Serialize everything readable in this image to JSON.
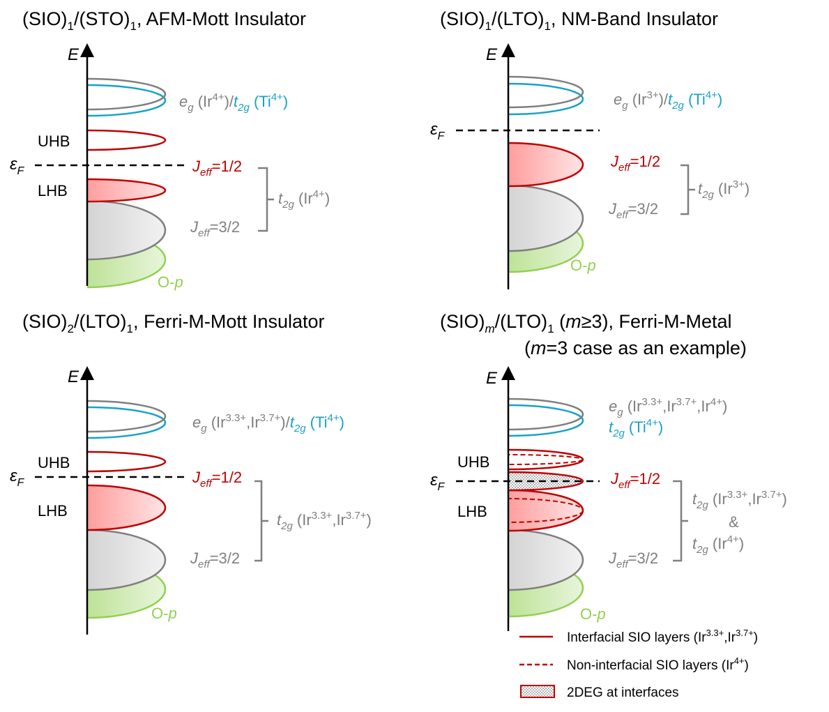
{
  "panels": [
    {
      "title": {
        "pre": "(SIO)",
        "s1": "1",
        "mid": "/(STO)",
        "s2": "1",
        "post": ", AFM-Mott Insulator"
      },
      "axis_label": "E",
      "fermi_label": "ε",
      "fermi_sub": "F",
      "uhb": "UHB",
      "lhb": "LHB",
      "eg_line": {
        "a": "e",
        "a_sub": "g",
        "b": " (Ir",
        "b_sup": "4+",
        "c": ")/",
        "d": "t",
        "d_sub": "2g",
        "e": " (Ti",
        "e_sup": "4+",
        "f": ")"
      },
      "jeff12": {
        "j": "J",
        "sub": "eff",
        "val": "=1/2"
      },
      "jeff32": {
        "j": "J",
        "sub": "eff",
        "val": "=3/2"
      },
      "t2g": {
        "t": "t",
        "sub": "2g",
        "rest": " (Ir",
        "sup": "4+",
        "end": ")"
      },
      "op": {
        "o": "O-",
        "p": "p"
      }
    },
    {
      "title": {
        "pre": "(SIO)",
        "s1": "1",
        "mid": "/(LTO)",
        "s2": "1",
        "post": ", NM-Band Insulator"
      },
      "axis_label": "E",
      "fermi_label": "ε",
      "fermi_sub": "F",
      "eg_line": {
        "a": "e",
        "a_sub": "g",
        "b": " (Ir",
        "b_sup": "3+",
        "c": ")/",
        "d": "t",
        "d_sub": "2g",
        "e": " (Ti",
        "e_sup": "4+",
        "f": ")"
      },
      "jeff12": {
        "j": "J",
        "sub": "eff",
        "val": "=1/2"
      },
      "jeff32": {
        "j": "J",
        "sub": "eff",
        "val": "=3/2"
      },
      "t2g": {
        "t": "t",
        "sub": "2g",
        "rest": " (Ir",
        "sup": "3+",
        "end": ")"
      },
      "op": {
        "o": "O-",
        "p": "p"
      }
    },
    {
      "title": {
        "pre": "(SIO)",
        "s1": "2",
        "mid": "/(LTO)",
        "s2": "1",
        "post": ", Ferri-M-Mott Insulator"
      },
      "axis_label": "E",
      "fermi_label": "ε",
      "fermi_sub": "F",
      "uhb": "UHB",
      "lhb": "LHB",
      "eg_line": {
        "a": "e",
        "a_sub": "g",
        "b": " (Ir",
        "b_sup": "3.3+",
        "b2": ",Ir",
        "b2_sup": "3.7+",
        "c": ")/",
        "d": "t",
        "d_sub": "2g",
        "e": " (Ti",
        "e_sup": "4+",
        "f": ")"
      },
      "jeff12": {
        "j": "J",
        "sub": "eff",
        "val": "=1/2"
      },
      "jeff32": {
        "j": "J",
        "sub": "eff",
        "val": "=3/2"
      },
      "t2g": {
        "t": "t",
        "sub": "2g",
        "rest": " (Ir",
        "sup": "3.3+",
        "rest2": ",Ir",
        "sup2": "3.7+",
        "end": ")"
      },
      "op": {
        "o": "O-",
        "p": "p"
      }
    },
    {
      "title": {
        "pre": "(SIO)",
        "s1": "m",
        "mid": "/(LTO)",
        "s2": "1",
        "post1": " (",
        "m": "m",
        "post2": "≥3), Ferri-M-Metal"
      },
      "subtitle": {
        "open": "(",
        "m": "m",
        "rest": "=3 case as an example)"
      },
      "axis_label": "E",
      "fermi_label": "ε",
      "fermi_sub": "F",
      "uhb": "UHB",
      "lhb": "LHB",
      "eg_line": {
        "a": "e",
        "a_sub": "g",
        "b": " (Ir",
        "b_sup": "3.3+",
        "b2": ",Ir",
        "b2_sup": "3.7+",
        "b3": ",Ir",
        "b3_sup": "4+",
        "f": ")"
      },
      "ti_line": {
        "d": "t",
        "d_sub": "2g",
        "e": " (Ti",
        "e_sup": "4+",
        "f": ")"
      },
      "jeff12": {
        "j": "J",
        "sub": "eff",
        "val": "=1/2"
      },
      "jeff32": {
        "j": "J",
        "sub": "eff",
        "val": "=3/2"
      },
      "t2g_a": {
        "t": "t",
        "sub": "2g",
        "rest": " (Ir",
        "sup": "3.3+",
        "rest2": ",Ir",
        "sup2": "3.7+",
        "end": ")"
      },
      "amp": "&",
      "t2g_b": {
        "t": "t",
        "sub": "2g",
        "rest": " (Ir",
        "sup": "4+",
        "end": ")"
      },
      "op": {
        "o": "O-",
        "p": "p"
      }
    }
  ],
  "legend": {
    "solid": {
      "text": "Interfacial SIO layers (Ir",
      "sup1": "3.3+",
      "mid": ",Ir",
      "sup2": "3.7+",
      "end": ")"
    },
    "dashed": {
      "text": "Non-interfacial SIO layers (Ir",
      "sup": "4+",
      "end": ")"
    },
    "dotted": {
      "text": "2DEG at interfaces"
    }
  },
  "colors": {
    "red": "#c00000",
    "gray": "#7f7f7f",
    "blue": "#17a2c8",
    "green": "#92d050"
  }
}
